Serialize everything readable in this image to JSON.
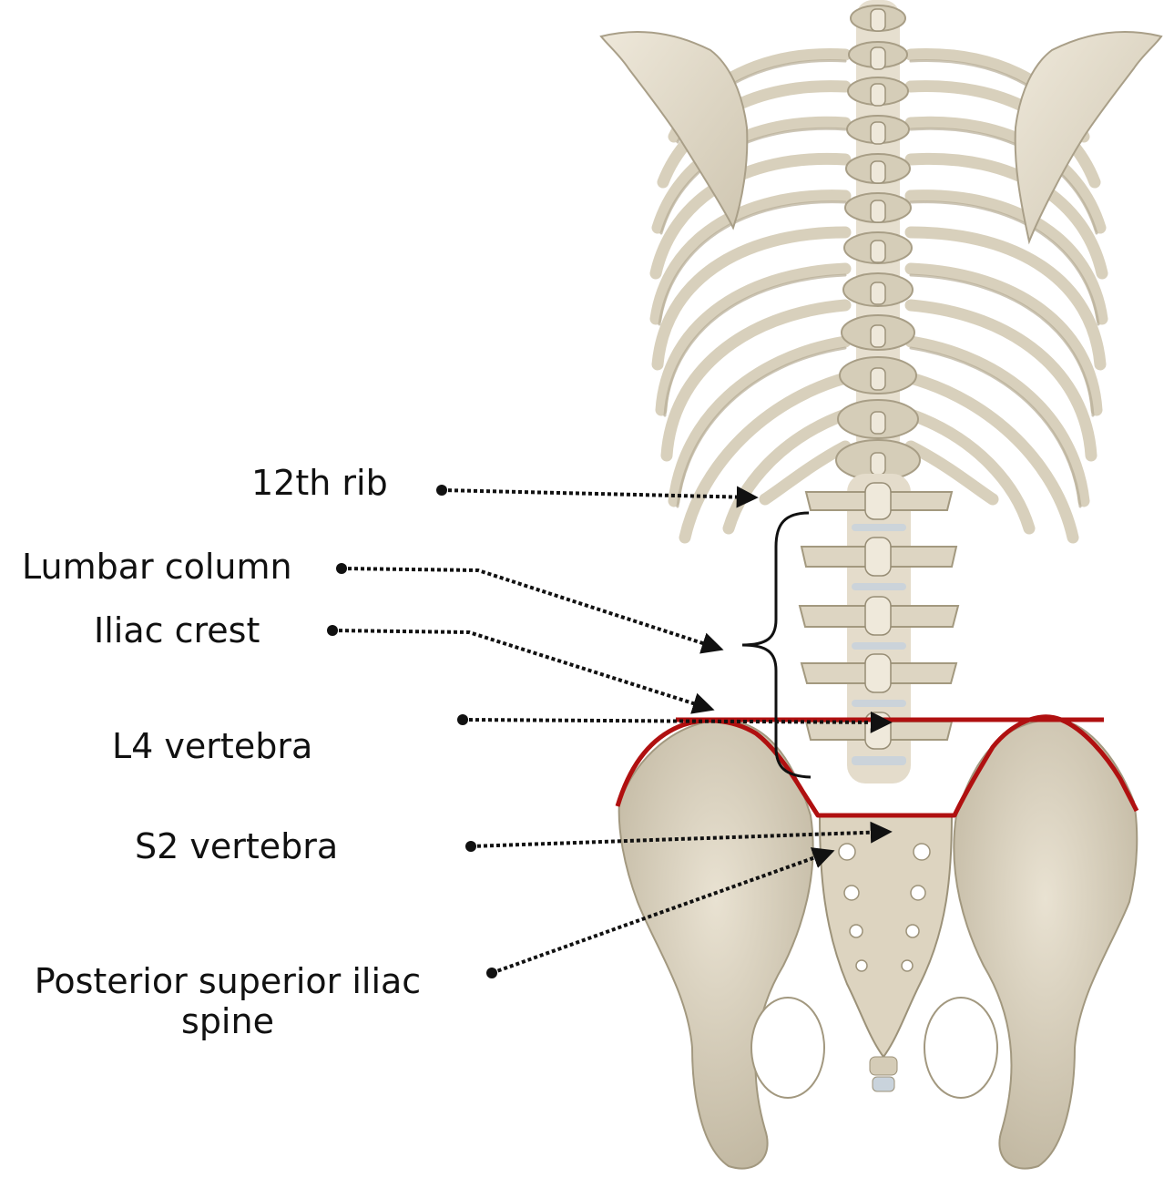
{
  "diagram": {
    "labels": {
      "rib12": "12th rib",
      "lumbar_column": "Lumbar column",
      "iliac_crest": "Iliac crest",
      "l4_vertebra": "L4 vertebra",
      "s2_vertebra": "S2 vertebra",
      "psis_line1": "Posterior superior iliac",
      "psis_line2": "spine"
    },
    "colors": {
      "bone": "#e3dccb",
      "bone_shadow": "#b9af98",
      "bone_dark": "#8f8672",
      "disc": "#c9d3dc",
      "crest_line": "#b01010",
      "leader": "#111111",
      "text": "#111111"
    }
  }
}
